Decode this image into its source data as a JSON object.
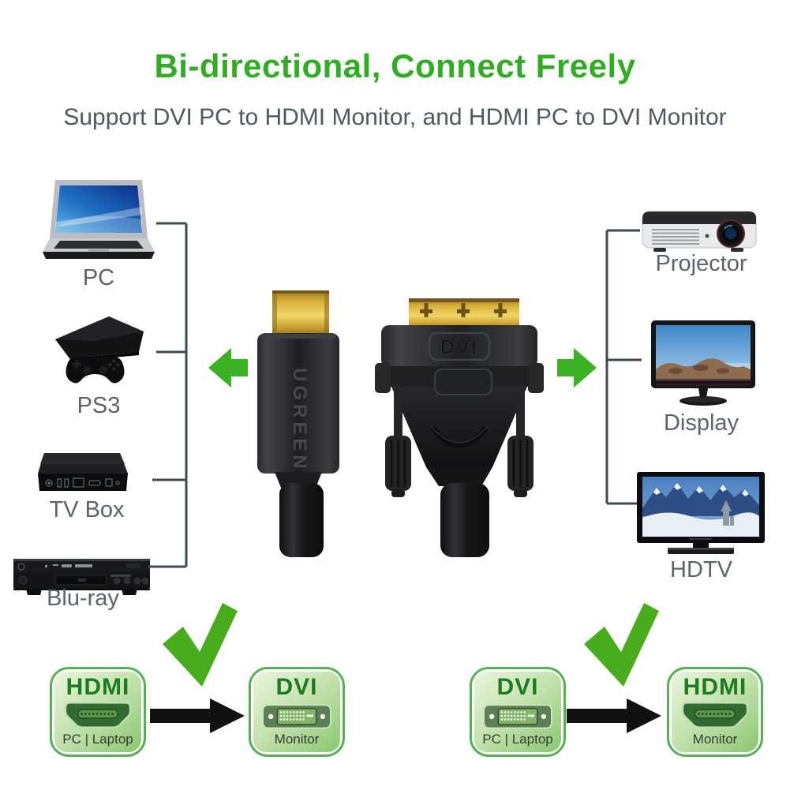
{
  "title": {
    "text": "Bi-directional, Connect Freely"
  },
  "subtitle": {
    "text": "Support DVI PC to HDMI Monitor, and HDMI PC to DVI Monitor"
  },
  "left_devices": [
    {
      "label": "PC"
    },
    {
      "label": "PS3"
    },
    {
      "label": "TV Box"
    },
    {
      "label": "Blu-ray"
    }
  ],
  "right_devices": [
    {
      "label": "Projector"
    },
    {
      "label": "Display"
    },
    {
      "label": "HDTV"
    }
  ],
  "cable": {
    "brand_text": "UGREEN",
    "connector_label": "DVI"
  },
  "combos": [
    {
      "source": {
        "title": "HDMI",
        "caption": "PC | Laptop"
      },
      "target": {
        "title": "DVI",
        "caption": "Monitor"
      }
    },
    {
      "source": {
        "title": "DVI",
        "caption": "PC | Laptop"
      },
      "target": {
        "title": "HDMI",
        "caption": "Monitor"
      }
    }
  ],
  "colors": {
    "title_green": "#2fae21",
    "subtitle_gray": "#4e5a63",
    "label_gray": "#5a646d",
    "bracket_gray": "#3d4a52",
    "arrow_green": "#3bb224",
    "check_green": "#47ad1d",
    "badge_border_green": "#55b254",
    "badge_text_green": "#1d7c1e",
    "black_arrow": "#111111",
    "gold": "#d9b13c"
  }
}
